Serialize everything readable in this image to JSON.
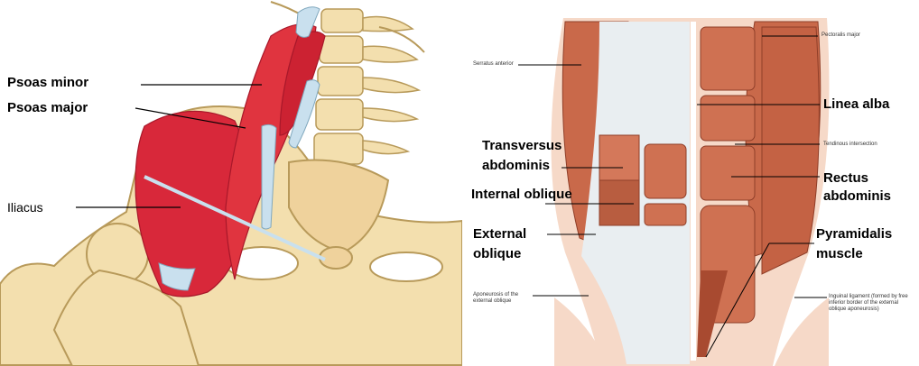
{
  "left_figure": {
    "labels": {
      "psoas_minor": "Psoas minor",
      "psoas_major": "Psoas major",
      "iliacus": "Iliacus"
    }
  },
  "right_figure": {
    "labels": {
      "serratus_anterior": "Serratus anterior",
      "pectoralis_major": "Pectoralis major",
      "linea_alba": "Linea alba",
      "tendinous_intersection": "Tendinous intersection",
      "transversus_abdominis_1": "Transversus",
      "transversus_abdominis_2": "abdominis",
      "rectus_abdominis_1": "Rectus",
      "rectus_abdominis_2": "abdominis",
      "internal_oblique": "Internal oblique",
      "external_oblique_1": "External",
      "external_oblique_2": "oblique",
      "pyramidalis_1": "Pyramidalis",
      "pyramidalis_2": "muscle",
      "aponeurosis": "Aponeurosis of the external oblique",
      "inguinal_ligament": "Inguinal ligament (formed by free inferior border of the external oblique aponeurosis)"
    }
  },
  "colors": {
    "muscle": "#d8283a",
    "muscle_dark": "#a8182a",
    "bone": "#f3dfae",
    "bone_edge": "#b89a5a",
    "tendon": "#c9e0ee",
    "abdominal_muscle": "#c9694a",
    "aponeurosis": "#e9eef1",
    "skin": "#f6d9c8"
  }
}
